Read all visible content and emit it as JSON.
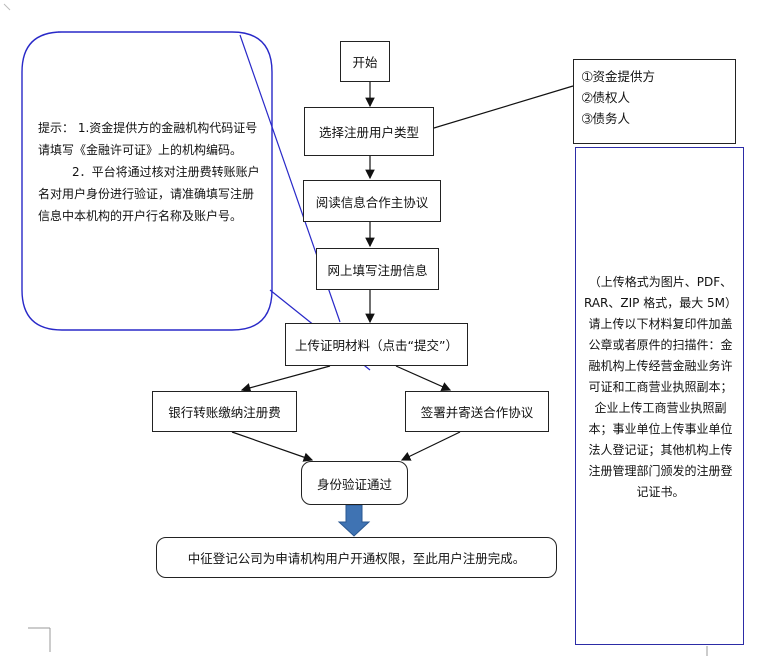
{
  "flow": {
    "start": "开始",
    "select_type": "选择注册用户类型",
    "read_agreement": "阅读信息合作主协议",
    "fill_info": "网上填写注册信息",
    "upload": "上传证明材料（点击“提交”）",
    "bank_transfer": "银行转账缴纳注册费",
    "sign_agreement": "签署并寄送合作协议",
    "verified": "身份验证通过",
    "complete": "中征登记公司为申请机构用户开通权限，至此用户注册完成。"
  },
  "roles": [
    "➀资金提供方",
    "➁债权人",
    "➂债务人"
  ],
  "callout": {
    "line1": "提示：  1.资金提供方的金融机构代码证号请填写《金融许可证》上的机构编码。",
    "line2": "2．平台将通过核对注册费转账账户名对用户身份进行验证，请准确填写注册信息中本机构的开户行名称及账户号。"
  },
  "upload_note": "（上传格式为图片、PDF、RAR、ZIP 格式，最大 5M）请上传以下材料复印件加盖公章或者原件的扫描件：金融机构上传经营金融业务许可证和工商营业执照副本；企业上传工商营业执照副本；事业单位上传事业单位法人登记证；其他机构上传注册管理部门颁发的注册登记证书。",
  "colors": {
    "callout_border": "#2929c8",
    "panel_border": "#2c2ca6",
    "big_arrow": "#3f73b3"
  }
}
